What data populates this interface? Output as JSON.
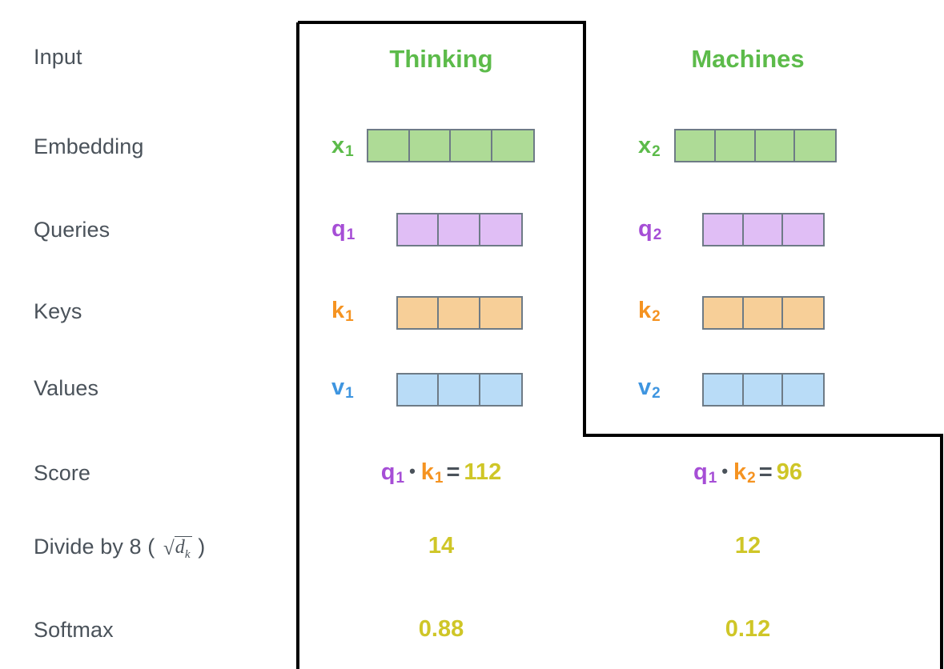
{
  "figure": {
    "title_hidden": "Self-attention score computation",
    "colors": {
      "label_gray": "#4a525a",
      "green": "#5cbb4a",
      "green_fill": "#aedb96",
      "purple": "#a64ed6",
      "purple_fill": "#e0bef5",
      "orange": "#f59321",
      "orange_fill": "#f7cf98",
      "blue": "#3e95e0",
      "blue_fill": "#b9dcf7",
      "yellow": "#cfc627",
      "cell_border": "#6e7b86",
      "outline": "#000000"
    }
  },
  "rows": [
    {
      "label": "Input"
    },
    {
      "label": "Embedding"
    },
    {
      "label": "Queries"
    },
    {
      "label": "Keys"
    },
    {
      "label": "Values"
    },
    {
      "label": "Score"
    },
    {
      "label": "Divide by 8 (",
      "math_radical": "√",
      "math_radicand": "d",
      "math_sub": "k",
      "label_tail": ")"
    },
    {
      "label": "Softmax"
    }
  ],
  "columns": [
    {
      "word": "Thinking",
      "embedding": {
        "name": "x",
        "sub": "1",
        "cells": 4
      },
      "query": {
        "name": "q",
        "sub": "1",
        "cells": 3
      },
      "key": {
        "name": "k",
        "sub": "1",
        "cells": 3
      },
      "value": {
        "name": "v",
        "sub": "1",
        "cells": 3
      },
      "score": {
        "left_name": "q",
        "left_sub": "1",
        "dot": "•",
        "right_name": "k",
        "right_sub": "1",
        "equals": "=",
        "result": "112"
      },
      "divided": "14",
      "softmax": "0.88"
    },
    {
      "word": "Machines",
      "embedding": {
        "name": "x",
        "sub": "2",
        "cells": 4
      },
      "query": {
        "name": "q",
        "sub": "2",
        "cells": 3
      },
      "key": {
        "name": "k",
        "sub": "2",
        "cells": 3
      },
      "value": {
        "name": "v",
        "sub": "2",
        "cells": 3
      },
      "score": {
        "left_name": "q",
        "left_sub": "1",
        "dot": "•",
        "right_name": "k",
        "right_sub": "2",
        "equals": "=",
        "result": "96"
      },
      "divided": "12",
      "softmax": "0.12"
    }
  ]
}
